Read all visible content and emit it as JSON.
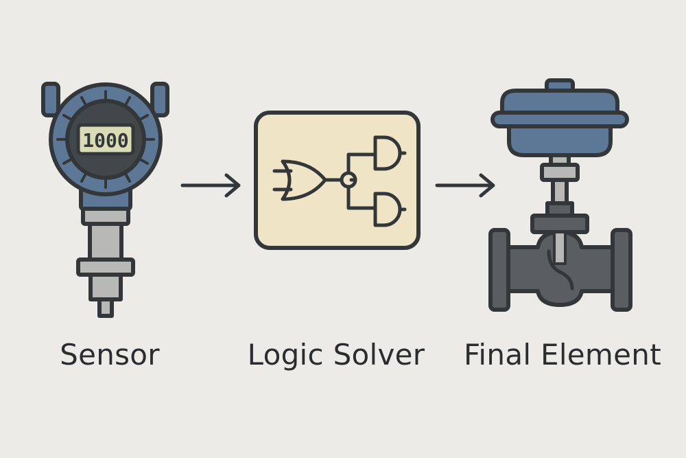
{
  "colors": {
    "background": "#ecebe7",
    "stroke": "#33373a",
    "sensor_blue": "#5c7896",
    "display_green": "#d9dcb4",
    "metal_grey": "#b8b9b6",
    "logic_panel": "#f0e4c7",
    "valve_dark": "#5b5e60"
  },
  "blocks": [
    {
      "label": "Sensor",
      "icon": "pressure-transmitter-icon",
      "display_value": "1000"
    },
    {
      "label": "Logic Solver",
      "icon": "logic-gates-icon"
    },
    {
      "label": "Final Element",
      "icon": "control-valve-icon"
    }
  ],
  "connectors": [
    {
      "from": "Sensor",
      "to": "Logic Solver",
      "icon": "arrow-right-icon"
    },
    {
      "from": "Logic Solver",
      "to": "Final Element",
      "icon": "arrow-right-icon"
    }
  ]
}
